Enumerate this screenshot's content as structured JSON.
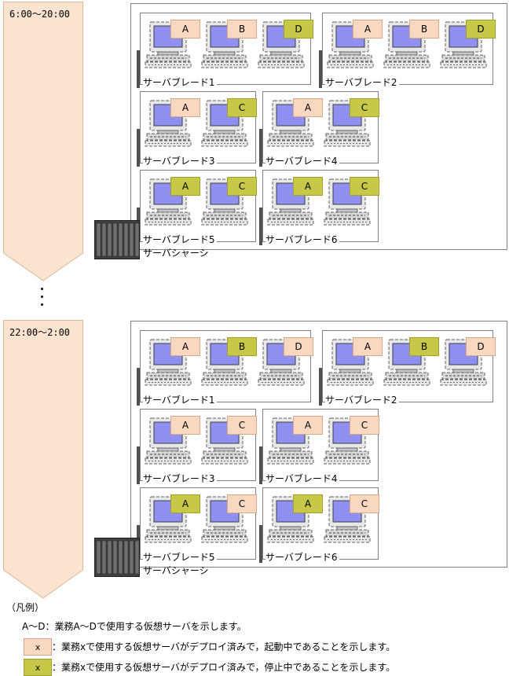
{
  "timeline": [
    {
      "time": "6:00～20:00",
      "chassis_label": "サーバシャーシ",
      "blades": [
        {
          "label": "サーバブレード1",
          "vms": [
            {
              "name": "A",
              "state": "run"
            },
            {
              "name": "B",
              "state": "run"
            },
            {
              "name": "D",
              "state": "stop"
            }
          ]
        },
        {
          "label": "サーバブレード2",
          "vms": [
            {
              "name": "A",
              "state": "run"
            },
            {
              "name": "B",
              "state": "run"
            },
            {
              "name": "D",
              "state": "stop"
            }
          ]
        },
        {
          "label": "サーバブレード3",
          "vms": [
            {
              "name": "A",
              "state": "run"
            },
            {
              "name": "C",
              "state": "stop"
            }
          ]
        },
        {
          "label": "サーバブレード4",
          "vms": [
            {
              "name": "A",
              "state": "run"
            },
            {
              "name": "C",
              "state": "stop"
            }
          ]
        },
        {
          "label": "サーバブレード5",
          "vms": [
            {
              "name": "A",
              "state": "stop"
            },
            {
              "name": "C",
              "state": "stop"
            }
          ]
        },
        {
          "label": "サーバブレード6",
          "vms": [
            {
              "name": "A",
              "state": "stop"
            },
            {
              "name": "C",
              "state": "stop"
            }
          ]
        }
      ]
    },
    {
      "time": "22:00～2:00",
      "chassis_label": "サーバシャーシ",
      "blades": [
        {
          "label": "サーバブレード1",
          "vms": [
            {
              "name": "A",
              "state": "run"
            },
            {
              "name": "B",
              "state": "stop"
            },
            {
              "name": "D",
              "state": "run"
            }
          ]
        },
        {
          "label": "サーバブレード2",
          "vms": [
            {
              "name": "A",
              "state": "run"
            },
            {
              "name": "B",
              "state": "stop"
            },
            {
              "name": "D",
              "state": "run"
            }
          ]
        },
        {
          "label": "サーバブレード3",
          "vms": [
            {
              "name": "A",
              "state": "run"
            },
            {
              "name": "C",
              "state": "run"
            }
          ]
        },
        {
          "label": "サーバブレード4",
          "vms": [
            {
              "name": "A",
              "state": "run"
            },
            {
              "name": "C",
              "state": "run"
            }
          ]
        },
        {
          "label": "サーバブレード5",
          "vms": [
            {
              "name": "A",
              "state": "stop"
            },
            {
              "name": "C",
              "state": "run"
            }
          ]
        },
        {
          "label": "サーバブレード6",
          "vms": [
            {
              "name": "A",
              "state": "stop"
            },
            {
              "name": "C",
              "state": "run"
            }
          ]
        }
      ]
    }
  ],
  "legend": {
    "title": "（凡例）",
    "line1": "A～D：業務A～Dで使用する仮想サーバを示します。",
    "run_box": "x",
    "run_text": "：業務xで使用する仮想サーバがデプロイ済みで，起動中であることを示します。",
    "stop_box": "x",
    "stop_text": "：業務xで使用する仮想サーバがデプロイ済みで，停止中であることを示します。"
  },
  "colors": {
    "arrow": "#fae3cf",
    "run": "#f8d8c0",
    "stop": "#c8c848",
    "screen": "#9090f0"
  }
}
